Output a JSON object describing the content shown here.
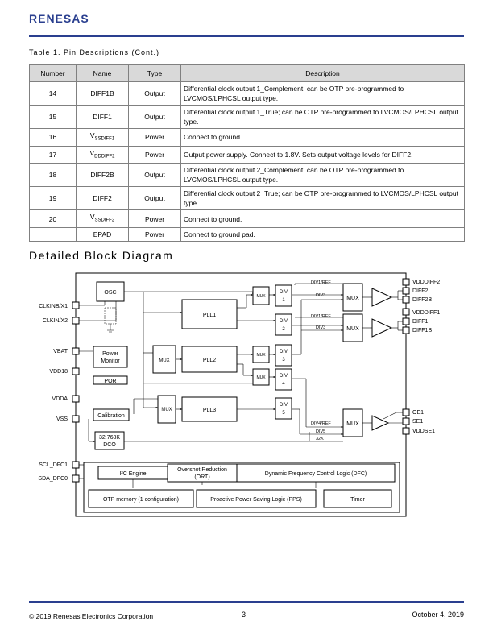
{
  "header": {
    "logo": "RENESAS"
  },
  "table": {
    "caption": "Table 1.  Pin Descriptions (Cont.)",
    "headers": [
      "Number",
      "Name",
      "Type",
      "Description"
    ],
    "rows": [
      {
        "number": "14",
        "name": "DIFF1B",
        "name_sub": "",
        "type": "Output",
        "desc": "Differential clock output 1_Complement; can be OTP pre-programmed to LVCMOS/LPHCSL output type."
      },
      {
        "number": "15",
        "name": "DIFF1",
        "name_sub": "",
        "type": "Output",
        "desc": "Differential clock output 1_True; can be OTP pre-programmed to LVCMOS/LPHCSL output type."
      },
      {
        "number": "16",
        "name": "V",
        "name_sub": "SSDIFF1",
        "type": "Power",
        "desc": "Connect to ground."
      },
      {
        "number": "17",
        "name": "V",
        "name_sub": "DDDIFF2",
        "type": "Power",
        "desc": "Output power supply. Connect to 1.8V. Sets output voltage levels for DIFF2."
      },
      {
        "number": "18",
        "name": "DIFF2B",
        "name_sub": "",
        "type": "Output",
        "desc": "Differential clock output 2_Complement; can be OTP pre-programmed to LVCMOS/LPHCSL output type."
      },
      {
        "number": "19",
        "name": "DIFF2",
        "name_sub": "",
        "type": "Output",
        "desc": "Differential clock output 2_True; can be OTP pre-programmed to LVCMOS/LPHCSL output type."
      },
      {
        "number": "20",
        "name": "V",
        "name_sub": "SSDIFF2",
        "type": "Power",
        "desc": "Connect to ground."
      },
      {
        "number": "",
        "name": "EPAD",
        "name_sub": "",
        "type": "Power",
        "desc": "Connect to ground pad."
      }
    ]
  },
  "section": {
    "title": "Detailed Block Diagram"
  },
  "diagram": {
    "left_pins": [
      "CLKINB/X1",
      "CLKIN/X2",
      "VBAT",
      "VDD18",
      "VDDA",
      "VSS",
      "SCL_DFC1",
      "SDA_DFC0"
    ],
    "right_pins": [
      "VDDDIFF2",
      "DIFF2",
      "DIFF2B",
      "VDDDIFF1",
      "DIFF1",
      "DIFF1B",
      "OE1",
      "SE1",
      "VDDSE1"
    ],
    "blocks": {
      "osc": "OSC",
      "pll1": "PLL1",
      "pll2": "PLL2",
      "pll3": "PLL3",
      "mux": "MUX",
      "power_monitor_1": "Power",
      "power_monitor_2": "Monitor",
      "por": "POR",
      "calibration": "Calibration",
      "dco_1": "32.768K",
      "dco_2": "DCO",
      "div": "DIV",
      "div1": "1",
      "div2": "2",
      "div3": "3",
      "div4": "4",
      "div5": "5",
      "i2c": "I²C Engine",
      "ort_1": "Overshot Reduction",
      "ort_2": "(ORT)",
      "dfc": "Dynamic Frequency Control Logic (DFC)",
      "otp": "OTP memory (1 configuration)",
      "pps": "Proactive Power Saving Logic (PPS)",
      "timer": "Timer"
    },
    "signals": {
      "div1ref": "DIV1/REF",
      "div3": "DIV3",
      "div4ref": "DIV4/REF",
      "div5": "DIV5",
      "k32": "32K"
    }
  },
  "footer": {
    "copyright": "© 2019 Renesas Electronics Corporation",
    "page": "3",
    "date": "October 4, 2019"
  },
  "colors": {
    "brand": "#2a3f8f"
  }
}
